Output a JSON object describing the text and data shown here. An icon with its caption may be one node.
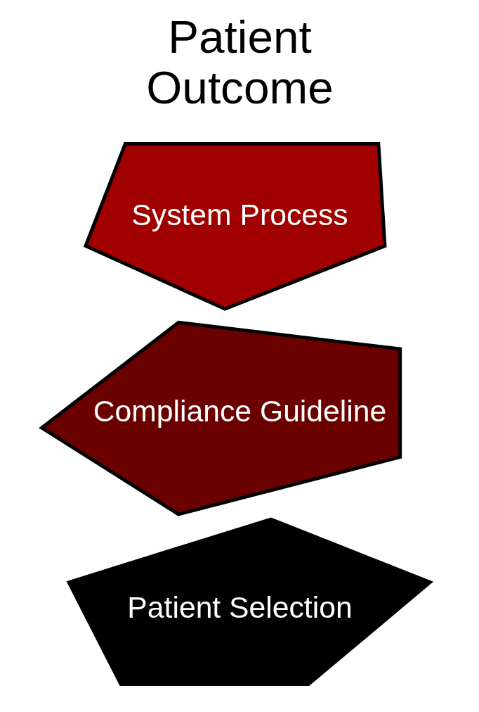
{
  "diagram": {
    "nodes": [
      {
        "text": [
          "Patient Selection"
        ]
      },
      {
        "text": [
          "Compliance Guideline"
        ]
      },
      {
        "text": [
          "System Process"
        ]
      }
    ],
    "labels": [
      "Patient Outcome"
    ]
  }
}
